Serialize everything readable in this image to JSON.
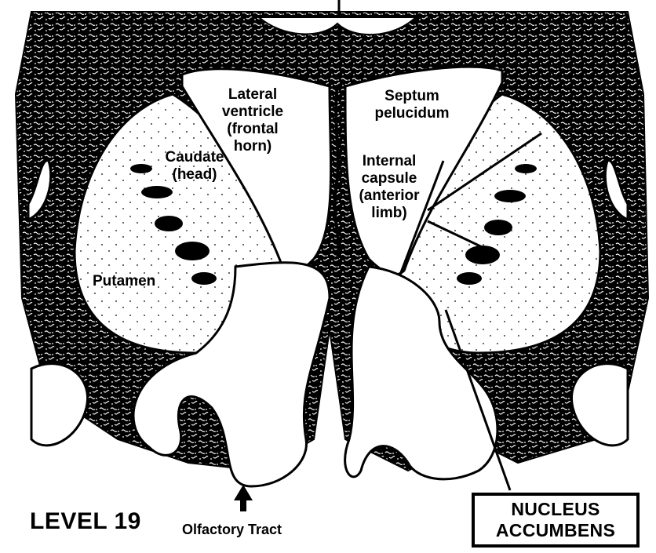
{
  "diagram": {
    "level_title": "LEVEL 19",
    "labels": {
      "lateral_ventricle": [
        "Lateral",
        "ventricle",
        "(frontal",
        "horn)"
      ],
      "septum_pelucidum": [
        "Septum",
        "pelucidum"
      ],
      "caudate": [
        "Caudate",
        "(head)"
      ],
      "internal_capsule": [
        "Internal",
        "capsule",
        "(anterior",
        "limb)"
      ],
      "putamen": "Putamen",
      "olfactory_tract": "Olfactory Tract",
      "nucleus_accumbens": [
        "NUCLEUS",
        "ACCUMBENS"
      ]
    },
    "colors": {
      "ink": "#000000",
      "paper": "#ffffff"
    }
  }
}
